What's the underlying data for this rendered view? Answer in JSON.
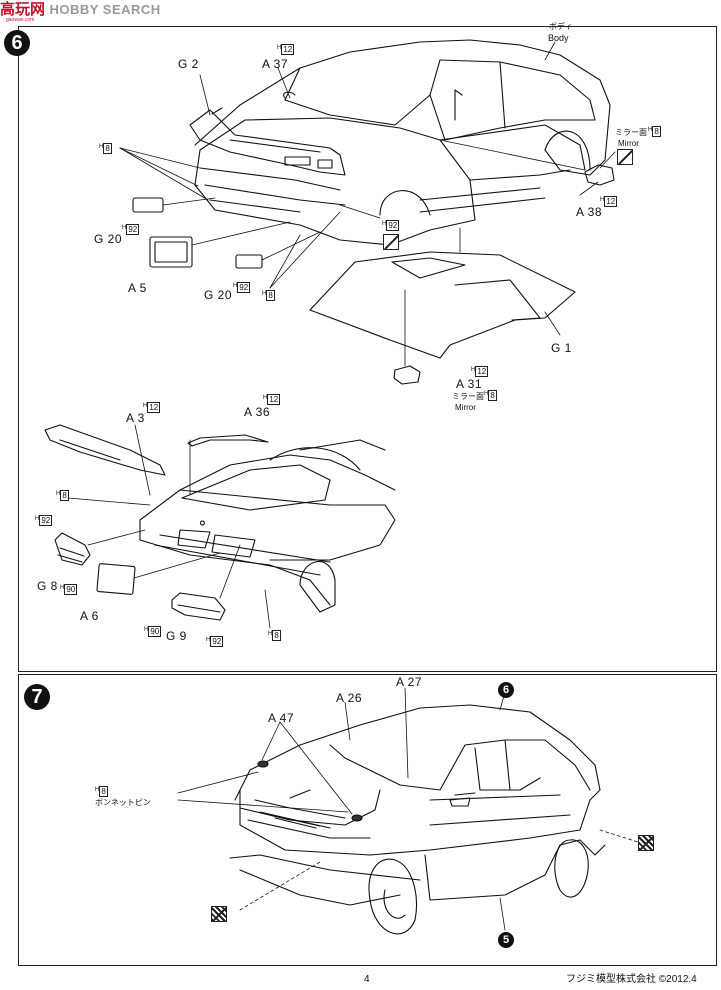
{
  "watermark": {
    "cn": "高玩网",
    "en": "HOBBY SEARCH",
    "sub": "gaowan.com"
  },
  "step6": {
    "number": "6",
    "labels": {
      "g2": "G 2",
      "a37": "A 37",
      "body_jp": "ボディ",
      "body_en": "Body",
      "mirror_jp": "ミラー面",
      "mirror_en": "Mirror",
      "a38": "A 38",
      "g20_a": "G 20",
      "g20_b": "G 20",
      "a5": "A 5",
      "g1": "G 1",
      "a31": "A 31",
      "a3": "A 3",
      "a36": "A 36",
      "g8": "G 8",
      "a6": "A 6",
      "g9": "G 9"
    },
    "paints": {
      "h12": "12",
      "h8": "8",
      "h92": "92",
      "h90": "90",
      "h_prefix": "H"
    }
  },
  "step7": {
    "number": "7",
    "labels": {
      "a27": "A 27",
      "a26": "A 26",
      "a47": "A 47",
      "bonnet_pin_jp": "ボンネットピン",
      "ref6": "6",
      "ref5": "5"
    },
    "paints": {
      "h8": "8",
      "h_prefix": "H"
    }
  },
  "footer": {
    "page": "4",
    "company": "フジミ模型株式会社 ©2012.4"
  }
}
